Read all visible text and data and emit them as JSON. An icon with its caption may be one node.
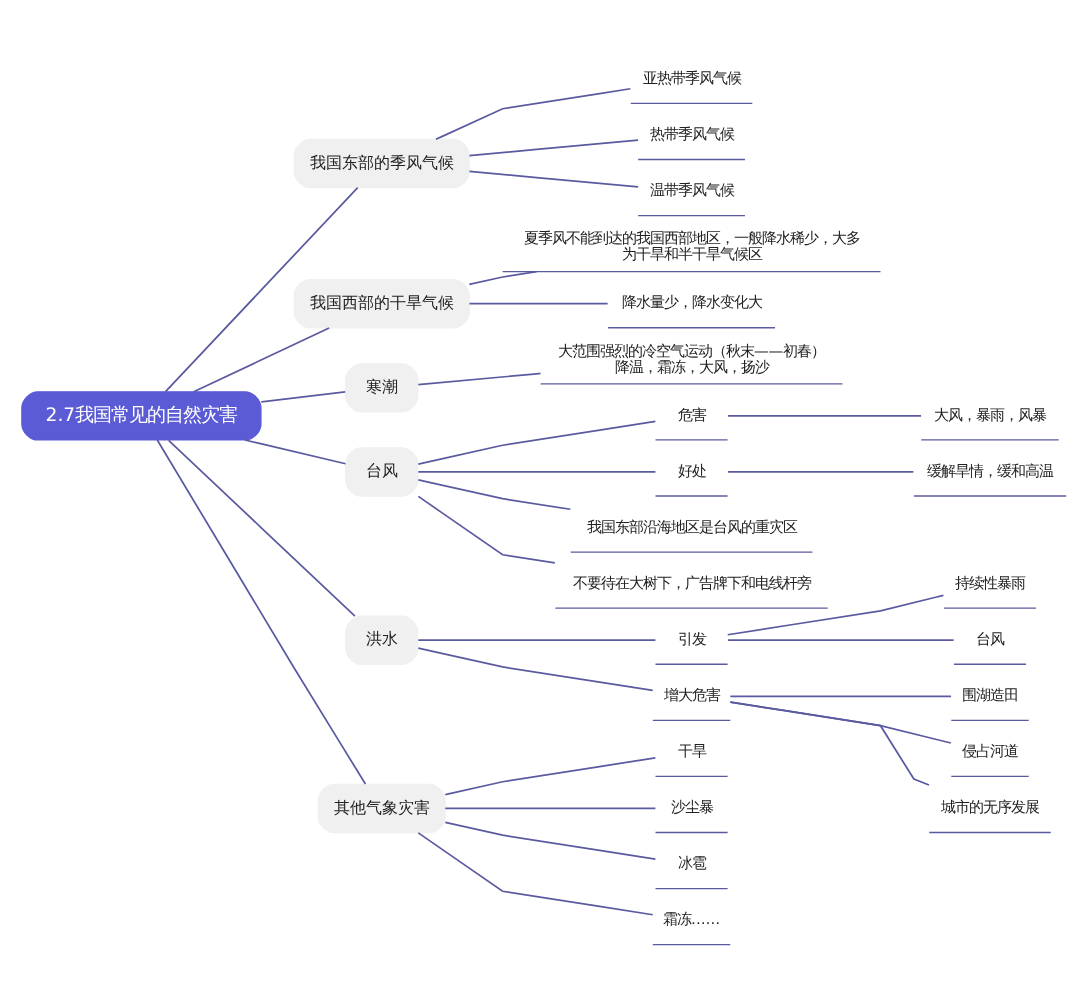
{
  "diagram": {
    "nodes": [
      {
        "text": [
          "2.7我国常见的自然灾害"
        ]
      },
      {
        "text": [
          "我国东部的季风气候"
        ]
      },
      {
        "text": [
          "亚热带季风气候"
        ]
      },
      {
        "text": [
          "热带季风气候"
        ]
      },
      {
        "text": [
          "温带季风气候"
        ]
      },
      {
        "text": [
          "我国西部的干旱气候"
        ]
      },
      {
        "text": [
          "夏季风不能到达的我国西部地区，一般降水稀少，大多为干旱和半干旱气候区"
        ]
      },
      {
        "text": [
          "降水量少，降水变化大"
        ]
      },
      {
        "text": [
          "寒潮"
        ]
      },
      {
        "text": [
          "大范围强烈的冷空气运动（秋末——初春）",
          "降温，霜冻，大风，扬沙"
        ]
      },
      {
        "text": [
          "台风"
        ]
      },
      {
        "text": [
          "危害"
        ]
      },
      {
        "text": [
          "大风，暴雨，风暴"
        ]
      },
      {
        "text": [
          "好处"
        ]
      },
      {
        "text": [
          "缓解旱情，缓和高温"
        ]
      },
      {
        "text": [
          "我国东部沿海地区是台风的重灾区"
        ]
      },
      {
        "text": [
          "不要待在大树下，广告牌下和电线杆旁"
        ]
      },
      {
        "text": [
          "洪水"
        ]
      },
      {
        "text": [
          "引发"
        ]
      },
      {
        "text": [
          "持续性暴雨"
        ]
      },
      {
        "text": [
          "台风"
        ]
      },
      {
        "text": [
          "增大危害"
        ]
      },
      {
        "text": [
          "围湖造田"
        ]
      },
      {
        "text": [
          "侵占河道"
        ]
      },
      {
        "text": [
          "城市的无序发展"
        ]
      },
      {
        "text": [
          "其他气象灾害"
        ]
      },
      {
        "text": [
          "干旱"
        ]
      },
      {
        "text": [
          "沙尘暴"
        ]
      },
      {
        "text": [
          "冰雹"
        ]
      },
      {
        "text": [
          "霜冻……"
        ]
      }
    ],
    "edges": [
      {
        "from": 0,
        "to": 1,
        "arrow": "none"
      },
      {
        "from": 1,
        "to": 2,
        "arrow": "none"
      },
      {
        "from": 1,
        "to": 3,
        "arrow": "none"
      },
      {
        "from": 1,
        "to": 4,
        "arrow": "none"
      },
      {
        "from": 0,
        "to": 5,
        "arrow": "none"
      },
      {
        "from": 5,
        "to": 6,
        "arrow": "none"
      },
      {
        "from": 5,
        "to": 7,
        "arrow": "none"
      },
      {
        "from": 0,
        "to": 8,
        "arrow": "none"
      },
      {
        "from": 8,
        "to": 9,
        "arrow": "none"
      },
      {
        "from": 0,
        "to": 10,
        "arrow": "none"
      },
      {
        "from": 10,
        "to": 11,
        "arrow": "none"
      },
      {
        "from": 11,
        "to": 12,
        "arrow": "none"
      },
      {
        "from": 10,
        "to": 13,
        "arrow": "none"
      },
      {
        "from": 13,
        "to": 14,
        "arrow": "none"
      },
      {
        "from": 10,
        "to": 15,
        "arrow": "none"
      },
      {
        "from": 10,
        "to": 16,
        "arrow": "none"
      },
      {
        "from": 0,
        "to": 17,
        "arrow": "none"
      },
      {
        "from": 17,
        "to": 18,
        "arrow": "none"
      },
      {
        "from": 18,
        "to": 19,
        "arrow": "none"
      },
      {
        "from": 18,
        "to": 20,
        "arrow": "none"
      },
      {
        "from": 17,
        "to": 21,
        "arrow": "none"
      },
      {
        "from": 21,
        "to": 22,
        "arrow": "none"
      },
      {
        "from": 21,
        "to": 23,
        "arrow": "none"
      },
      {
        "from": 21,
        "to": 24,
        "arrow": "none"
      },
      {
        "from": 0,
        "to": 25,
        "arrow": "none"
      },
      {
        "from": 25,
        "to": 26,
        "arrow": "none"
      },
      {
        "from": 25,
        "to": 27,
        "arrow": "none"
      },
      {
        "from": 25,
        "to": 28,
        "arrow": "none"
      },
      {
        "from": 25,
        "to": 29,
        "arrow": "none"
      }
    ]
  }
}
